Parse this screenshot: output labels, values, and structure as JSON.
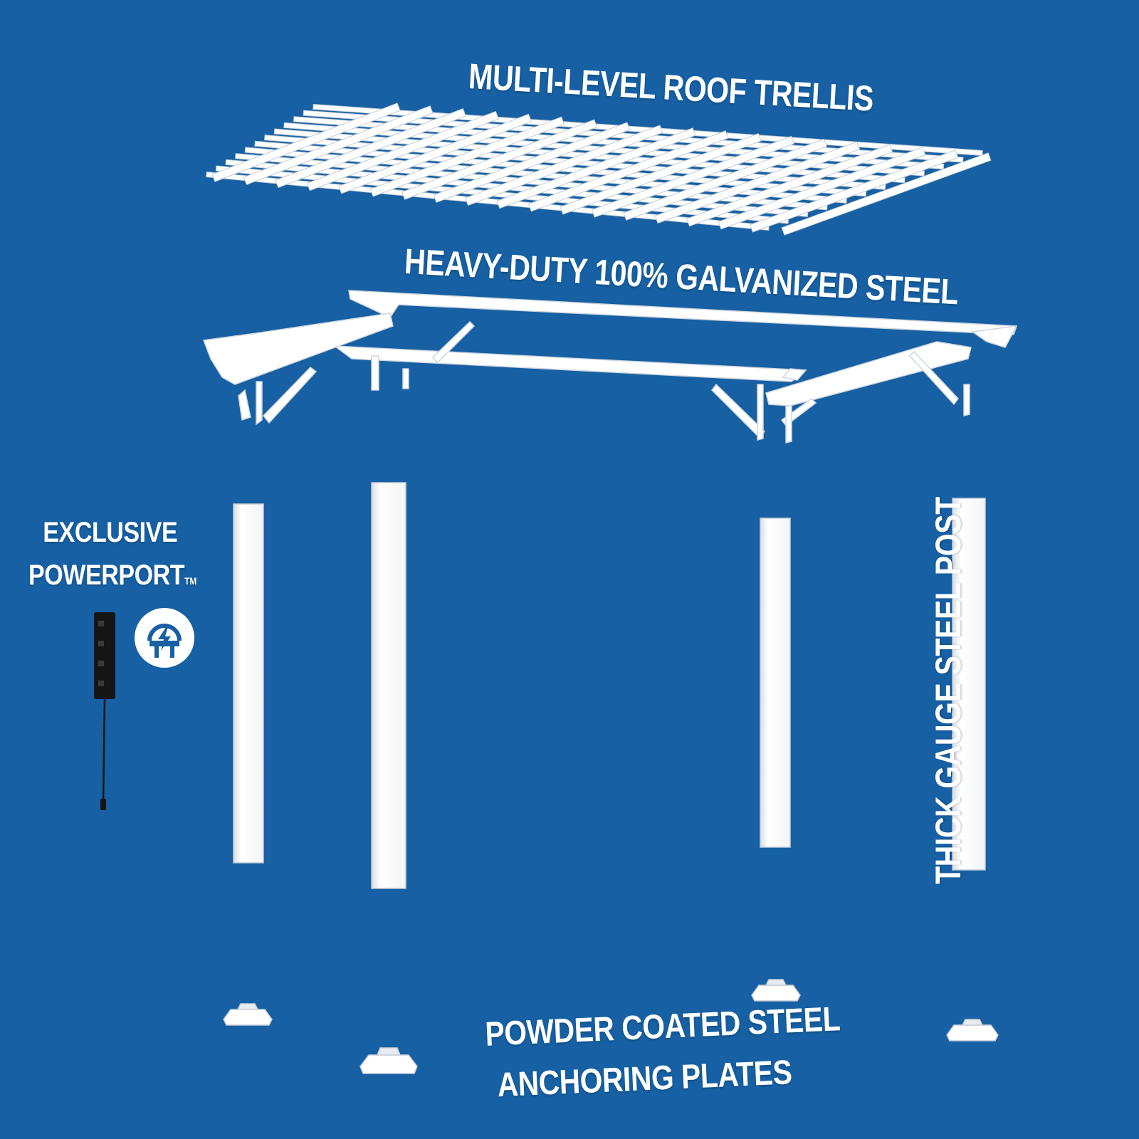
{
  "colors": {
    "background": "#1660a3",
    "parts": "#ffffff",
    "label_text": "#ffffff",
    "powerport_device": "#151515"
  },
  "labels": {
    "roof_trellis": "MULTI-LEVEL ROOF TRELLIS",
    "frame_steel": "HEAVY-DUTY 100% GALVANIZED STEEL",
    "powerport_line1": "EXCLUSIVE",
    "powerport_line2": "POWERPORT",
    "powerport_tm": "TM",
    "post": "THICK GAUGE STEEL POST",
    "plates_line1": "POWDER COATED STEEL",
    "plates_line2": "ANCHORING PLATES"
  },
  "icons": {
    "powerport_badge": "power-plug-lightning-icon",
    "powerport_device": "power-strip-icon"
  }
}
